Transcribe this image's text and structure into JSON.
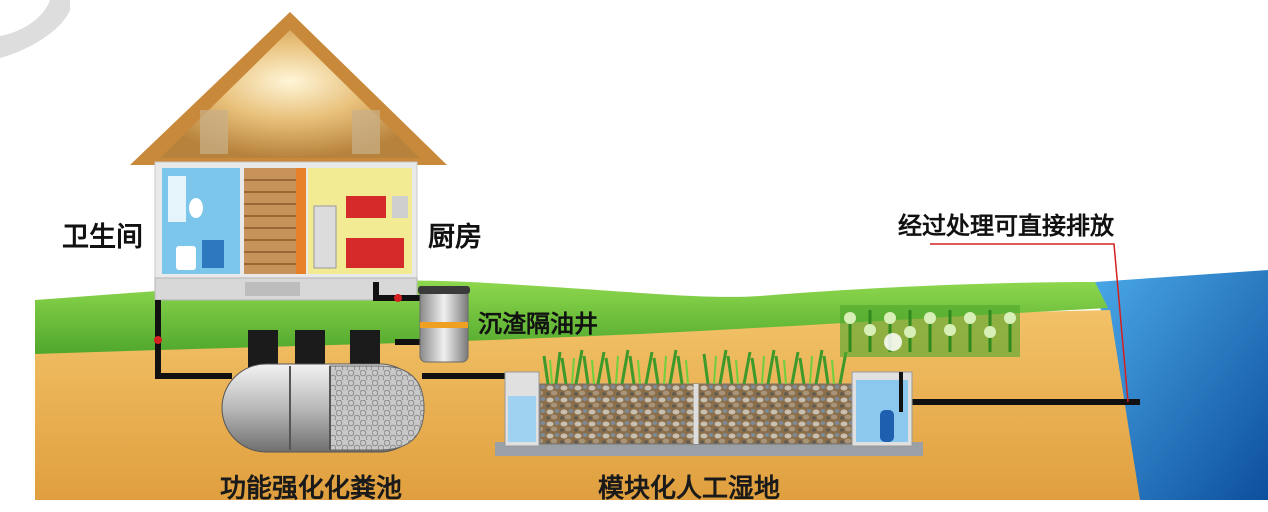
{
  "labels": {
    "bathroom": "卫生间",
    "kitchen": "厨房",
    "grease_well": "沉渣隔油井",
    "discharge": "经过处理可直接排放",
    "septic_tank": "功能强化化粪池",
    "wetland": "模块化人工湿地"
  },
  "colors": {
    "grass": "#6cc13b",
    "soil": "#e8b35a",
    "water": "#1e73c8",
    "roof": "#d4a050",
    "pipe": "#111111",
    "leader_line": "#d42020"
  }
}
